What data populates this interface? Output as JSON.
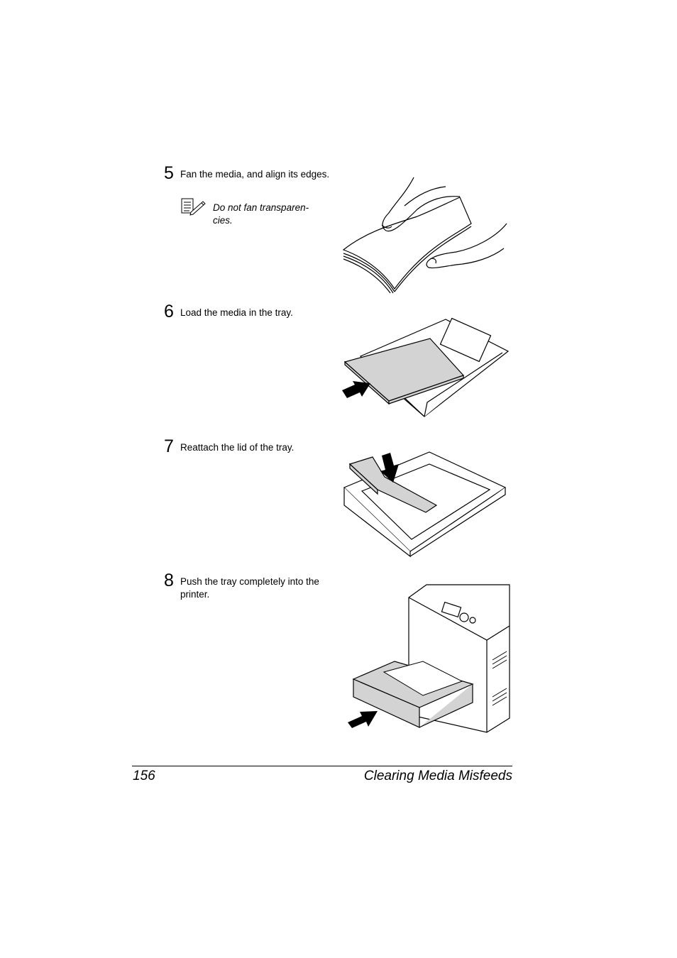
{
  "steps": [
    {
      "number": "5",
      "text": "Fan the media, and align its edges.",
      "note": "Do not fan transparen-cies."
    },
    {
      "number": "6",
      "text": "Load the media in the tray."
    },
    {
      "number": "7",
      "text": "Reattach the lid of the tray."
    },
    {
      "number": "8",
      "text": "Push the tray completely into the printer."
    }
  ],
  "footer": {
    "page_number": "156",
    "section_title": "Clearing Media Misfeeds"
  },
  "icons": {
    "note": "note-pencil-icon",
    "arrow": "push-arrow-icon"
  }
}
